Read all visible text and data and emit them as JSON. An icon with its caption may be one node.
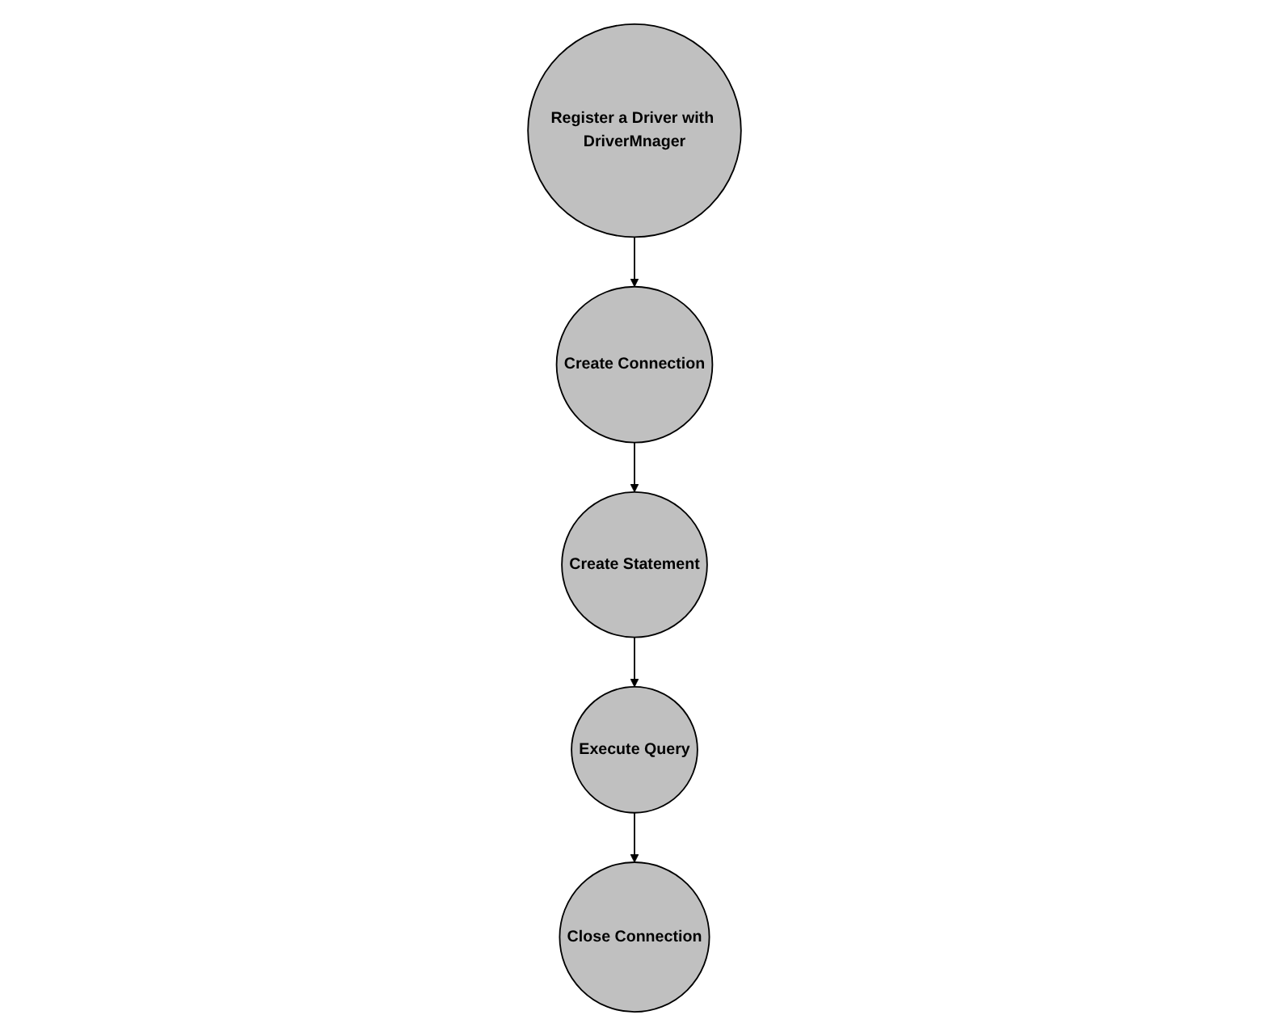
{
  "diagram": {
    "nodes": [
      {
        "text": [
          "Register a Driver with DriverMnager"
        ]
      },
      {
        "text": [
          "Create Connection"
        ]
      },
      {
        "text": [
          "Create Statement"
        ]
      },
      {
        "text": [
          "Execute Query"
        ]
      },
      {
        "text": [
          "Close Connection"
        ]
      }
    ],
    "edges": [
      {
        "from": 0,
        "to": 1,
        "arrow": "to"
      },
      {
        "from": 1,
        "to": 2,
        "arrow": "to"
      },
      {
        "from": 2,
        "to": 3,
        "arrow": "to"
      },
      {
        "from": 3,
        "to": 4,
        "arrow": "to"
      }
    ]
  }
}
